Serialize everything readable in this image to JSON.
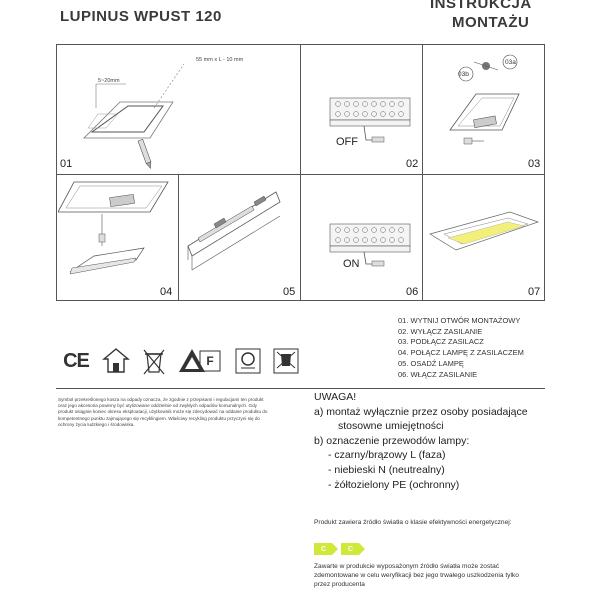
{
  "header": {
    "product_title": "LUPINUS WPUST 120",
    "instruction_line1": "INSTRUKCJA",
    "instruction_line2": "MONTAŻU"
  },
  "panels": [
    {
      "number": "01",
      "dim_label": "55 mm x L - 10 mm",
      "side_label": "5~20mm"
    },
    {
      "number": "02",
      "state_label": "OFF"
    },
    {
      "number": "03",
      "label_a": "03a",
      "label_b": "03b"
    },
    {
      "number": "04"
    },
    {
      "number": "05"
    },
    {
      "number": "06",
      "state_label": "ON"
    },
    {
      "number": "07"
    }
  ],
  "steps": [
    "01. WYTNIJ OTWÓR MONTAŻOWY",
    "02. WYŁĄCZ ZASILANIE",
    "03. PODŁĄCZ ZASILACZ",
    "04. POŁĄCZ LAMPĘ Z ZASILACZEM",
    "05. OSADŹ LAMPĘ",
    "06. WŁĄCZ ZASILANIE"
  ],
  "cert_icons": [
    "ce-mark-icon",
    "indoor-use-icon",
    "weee-bin-icon",
    "class-ii-icon",
    "flammable-surface-icon",
    "recycling-icon",
    "weee-collection-icon"
  ],
  "cert_labels": {
    "ce": "CE",
    "f": "F"
  },
  "recycling_info": "Symbol przekreślonego kosza na odpady oznacza, że zgodnie z przepisami i regulacjami ten produkt oraz jego akcesoria powinny być utylizowane oddzielnie od zwykłych odpadów komunalnych. Gdy produkt osiągnie koniec okresu eksploatacji, użytkownik może się zdecydować na oddanie produktu do kompetentnego punktu zajmującego się recyklingiem. Właściwy recykling produktu przyczyni się do ochrony życia ludzkiego i środowiska.",
  "warning": {
    "title": "UWAGA!",
    "line_a1": "a) montaż wyłącznie przez osoby posiadające",
    "line_a2": "stosowne umiejętności",
    "line_b": "b) oznaczenie przewodów lampy:",
    "wire1": "- czarny/brązowy L (faza)",
    "wire2": "- niebieski N (neutrealny)",
    "wire3": "- żółtozielony PE (ochronny)"
  },
  "energy": {
    "text": "Produkt zawiera źródło światła o klasie efektywności energetycznej:",
    "class1": "C",
    "class2": "C",
    "badge_color": "#cfe83a"
  },
  "note": "Zawarte w produkcie wyposażonym źródło światła może zostać zdemontowane w celu weryfikacji bez jego trwałego uszkodzenia tylko przez producenta"
}
